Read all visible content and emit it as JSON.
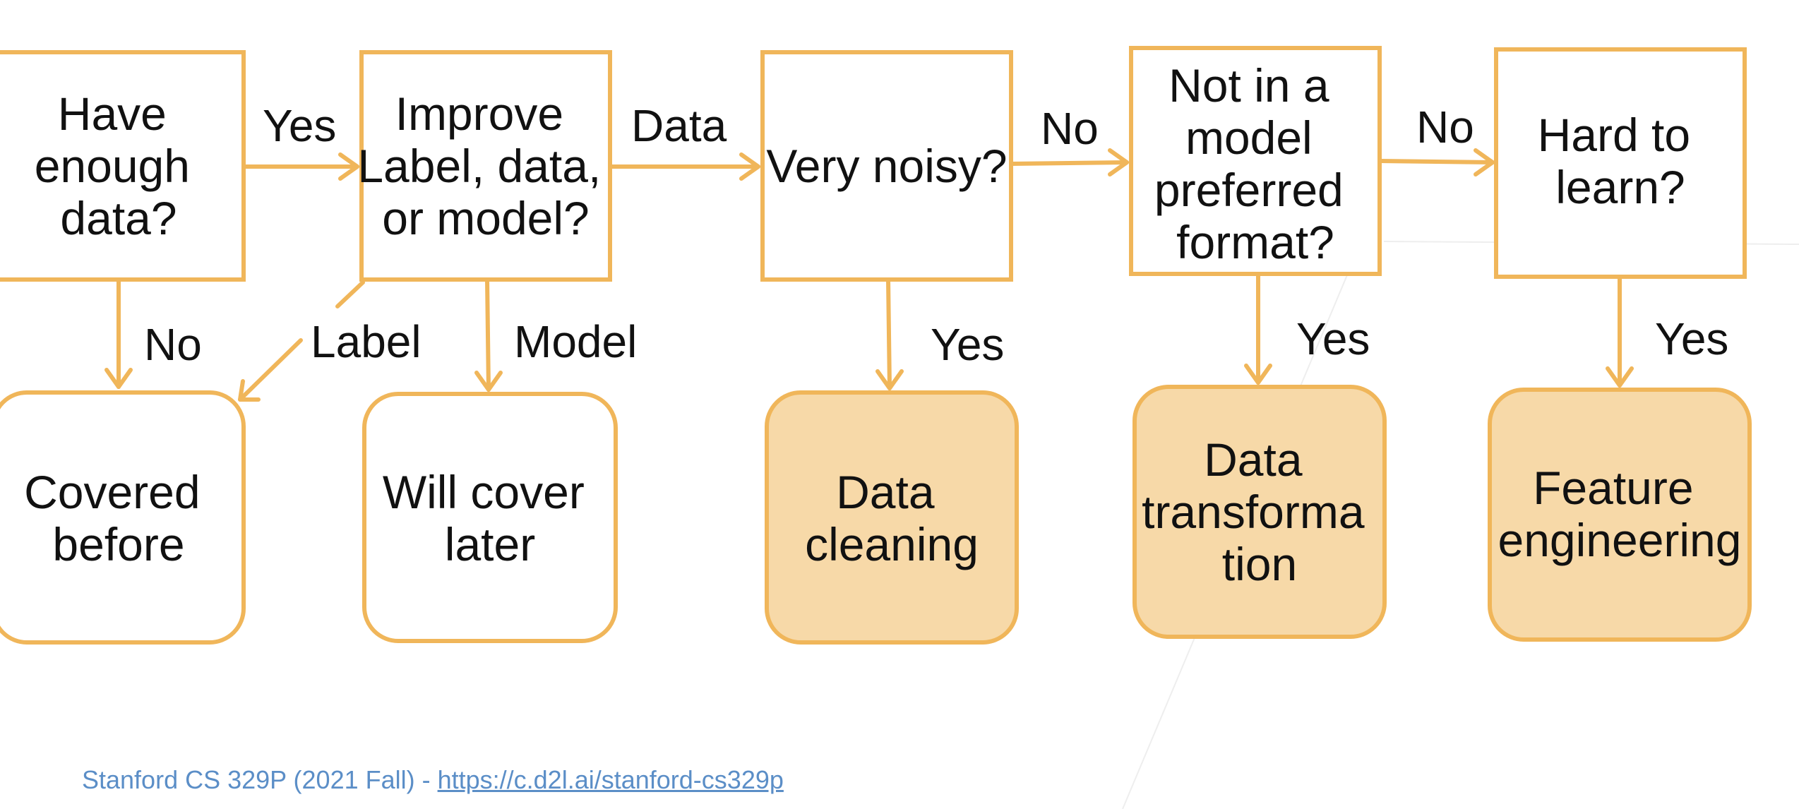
{
  "colors": {
    "accent": "#F0B65A",
    "accent_fill": "#F7D9A8",
    "text": "#111111",
    "footer": "#5B8EC7"
  },
  "nodes": {
    "enough_data": {
      "lines": [
        "Have",
        "enough",
        "data?"
      ]
    },
    "improve": {
      "lines": [
        "Improve",
        "Label, data,",
        "or model?"
      ]
    },
    "noisy": {
      "lines": [
        "Very noisy?"
      ]
    },
    "format": {
      "lines": [
        "Not in a",
        "model",
        "preferred",
        "format?"
      ]
    },
    "hard": {
      "lines": [
        "Hard to",
        "learn?"
      ]
    },
    "covered": {
      "lines": [
        "Covered",
        "before"
      ]
    },
    "cover_later": {
      "lines": [
        "Will cover",
        "later"
      ]
    },
    "cleaning": {
      "lines": [
        "Data",
        "cleaning"
      ]
    },
    "transformation": {
      "lines": [
        "Data",
        "transforma",
        "tion"
      ]
    },
    "feature": {
      "lines": [
        "Feature",
        "engineering"
      ]
    }
  },
  "edge_labels": {
    "enough_to_improve": "Yes",
    "enough_to_covered": "No",
    "improve_to_noisy": "Data",
    "improve_to_covered": "Label",
    "improve_to_later": "Model",
    "noisy_to_format": "No",
    "noisy_to_cleaning": "Yes",
    "format_to_hard": "No",
    "format_to_transformation": "Yes",
    "hard_to_feature": "Yes"
  },
  "footer": {
    "text": "Stanford CS 329P (2021 Fall) - ",
    "link": "https://c.d2l.ai/stanford-cs329p"
  }
}
